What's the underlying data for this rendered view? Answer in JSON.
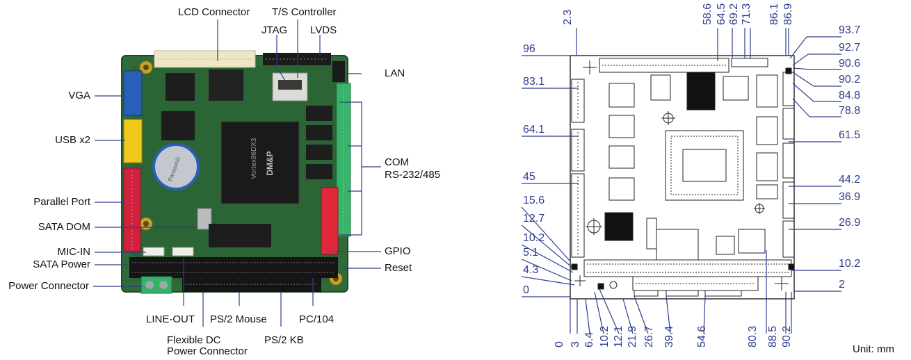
{
  "photo_labels": {
    "lcd_connector": "LCD Connector",
    "ts_controller": "T/S Controller",
    "jtag": "JTAG",
    "lvds": "LVDS",
    "lan": "LAN",
    "vga": "VGA",
    "usb": "USB x2",
    "com_line1": "COM",
    "com_line2": "RS-232/485",
    "parallel_port": "Parallel Port",
    "sata_dom": "SATA DOM",
    "mic_in": "MIC-IN",
    "gpio": "GPIO",
    "sata_power": "SATA Power",
    "reset": "Reset",
    "power_connector": "Power Connector",
    "line_out": "LINE-OUT",
    "ps2_mouse": "PS/2 Mouse",
    "pc104": "PC/104",
    "flexible_dc_line1": "Flexible DC",
    "flexible_dc_line2": "Power Connector",
    "ps2_kb": "PS/2 KB",
    "chip_brand": "DM&P",
    "chip_model": "Vortex86DX3",
    "battery_text": "Panasonic"
  },
  "dimensions": {
    "top": [
      "2.3",
      "58.6",
      "64.5",
      "69.2",
      "71.3",
      "86.1",
      "86.9"
    ],
    "bottom": [
      "0",
      "3",
      "6.4",
      "10.2",
      "12.1",
      "21.9",
      "26.7",
      "39.4",
      "54.6",
      "80.3",
      "88.5",
      "90.2"
    ],
    "left": [
      "96",
      "83.1",
      "64.1",
      "45",
      "15.6",
      "12.7",
      "10.2",
      "5.1",
      "4.3",
      "0"
    ],
    "right": [
      "93.7",
      "92.7",
      "90.6",
      "90.2",
      "84.8",
      "78.8",
      "61.5",
      "44.2",
      "36.9",
      "26.9",
      "10.2",
      "2"
    ]
  },
  "unit_label": "Unit: mm",
  "colors": {
    "pcb_green": "#2f6a38",
    "dimension_blue": "#2e3d8f",
    "vga_blue": "#2a5fb8",
    "usb_yellow": "#f2c81c",
    "parallel_red": "#d2213c",
    "com_green": "#37b36a",
    "gpio_red": "#e0283a"
  }
}
